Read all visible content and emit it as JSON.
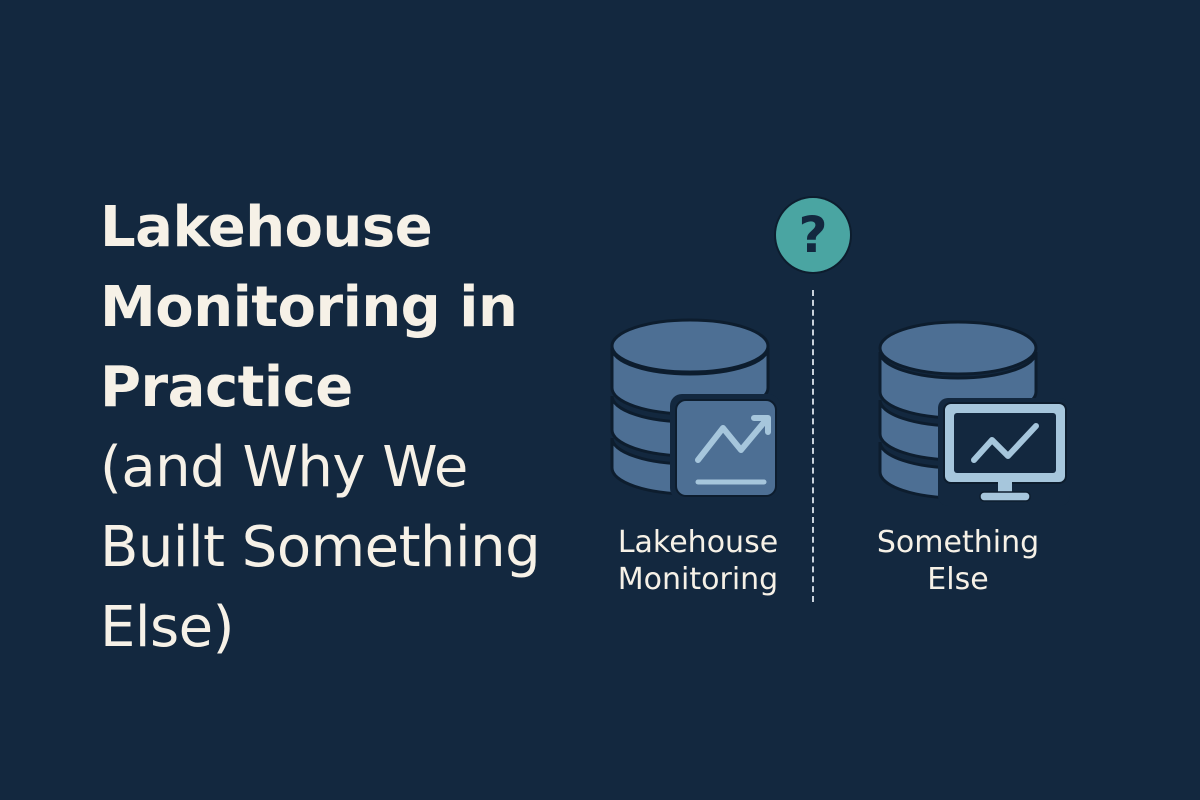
{
  "title": {
    "lines": [
      {
        "text": "Lakehouse",
        "weight": "bold"
      },
      {
        "text": "Monitoring in",
        "weight": "bold"
      },
      {
        "text": "Practice",
        "weight": "bold"
      },
      {
        "text": "(and Why We",
        "weight": "regular"
      },
      {
        "text": "Built Something",
        "weight": "regular"
      },
      {
        "text": "Else)",
        "weight": "regular"
      }
    ]
  },
  "comparison": {
    "question_icon": "question-mark-icon",
    "question_symbol": "?",
    "left": {
      "icon": "database-chart-icon",
      "label_lines": [
        "Lakehouse",
        "Monitoring"
      ]
    },
    "right": {
      "icon": "database-monitor-icon",
      "label_lines": [
        "Something",
        "Else"
      ]
    }
  },
  "colors": {
    "background": "#13283f",
    "text": "#f6f1e7",
    "accent_teal": "#4aa5a2",
    "icon_fill": "#4d6f94",
    "icon_light": "#a6c6dc"
  }
}
